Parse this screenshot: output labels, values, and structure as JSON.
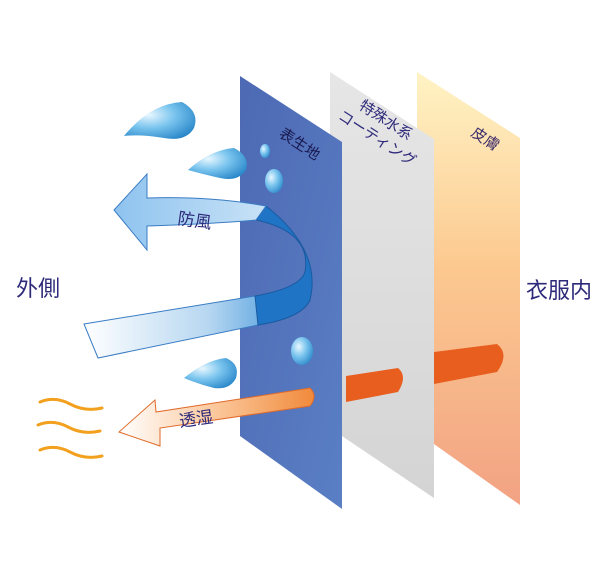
{
  "labels": {
    "outside": "外側",
    "inside": "衣服内",
    "layer_surface": "表生地",
    "layer_coating": "特殊水系コーティング",
    "layer_skin": "皮膚",
    "windproof": "防風",
    "breathable": "透湿"
  },
  "colors": {
    "surface_panel": "#4f6fb8",
    "coating_panel": "#dcdcdc",
    "skin_panel_top": "#fde9a8",
    "skin_panel_bottom": "#f3a986",
    "wind_arrow": "#6fb3e8",
    "moisture_arrow": "#f08a3c",
    "label_text": "#2d2a7a",
    "droplet": "#3aa0dd"
  }
}
